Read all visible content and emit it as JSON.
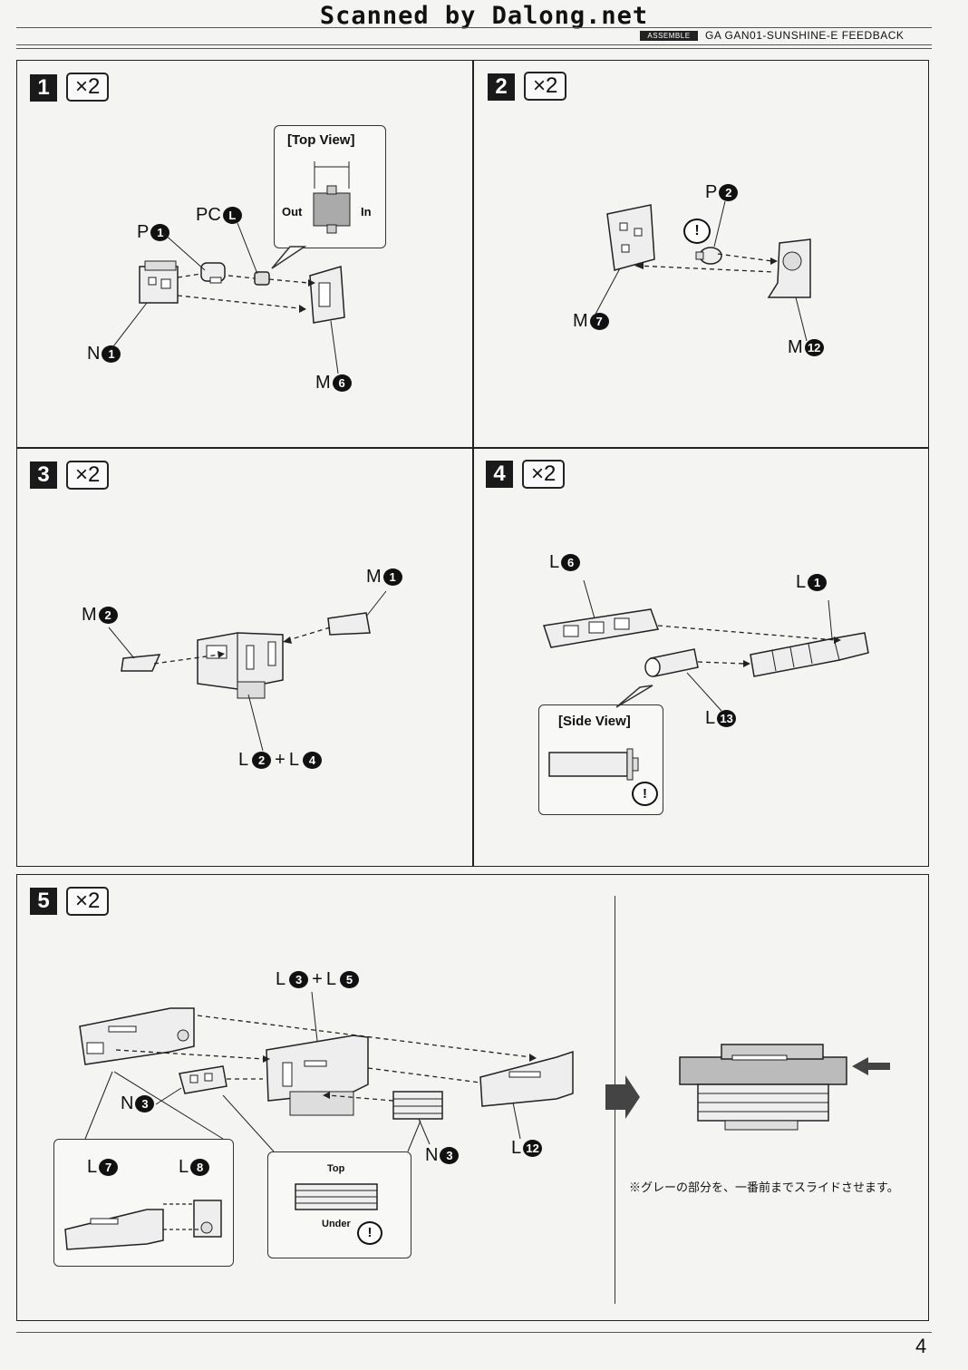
{
  "header": {
    "scanner": "Scanned by Dalong.net",
    "section_tag": "ASSEMBLE",
    "title": "GA GAN01-SUNSHINE-E FEEDBACK"
  },
  "steps": [
    {
      "number": "1",
      "multiplier": "×2",
      "parts": [
        {
          "letter": "P",
          "num": "1"
        },
        {
          "letter": "PC",
          "num": "L"
        },
        {
          "letter": "N",
          "num": "1"
        },
        {
          "letter": "M",
          "num": "6"
        }
      ],
      "inset": {
        "title": "[Top View]",
        "left": "Out",
        "right": "In"
      }
    },
    {
      "number": "2",
      "multiplier": "×2",
      "parts": [
        {
          "letter": "P",
          "num": "2"
        },
        {
          "letter": "M",
          "num": "7"
        },
        {
          "letter": "M",
          "num": "12"
        }
      ]
    },
    {
      "number": "3",
      "multiplier": "×2",
      "parts": [
        {
          "letter": "M",
          "num": "1"
        },
        {
          "letter": "M",
          "num": "2"
        }
      ],
      "combo": {
        "a": {
          "letter": "L",
          "num": "2"
        },
        "b": {
          "letter": "L",
          "num": "4"
        }
      }
    },
    {
      "number": "4",
      "multiplier": "×2",
      "parts": [
        {
          "letter": "L",
          "num": "6"
        },
        {
          "letter": "L",
          "num": "1"
        },
        {
          "letter": "L",
          "num": "13"
        }
      ],
      "inset": {
        "title": "[Side View]"
      }
    },
    {
      "number": "5",
      "multiplier": "×2",
      "parts": [
        {
          "letter": "N",
          "num": "3"
        },
        {
          "letter": "N",
          "num": "3"
        },
        {
          "letter": "L",
          "num": "12"
        },
        {
          "letter": "L",
          "num": "7"
        },
        {
          "letter": "L",
          "num": "8"
        }
      ],
      "combo": {
        "a": {
          "letter": "L",
          "num": "3"
        },
        "b": {
          "letter": "L",
          "num": "5"
        }
      },
      "inset": {
        "top": "Top",
        "under": "Under"
      },
      "note": "※グレーの部分を、一番前までスライドさせます。"
    }
  ],
  "plus": "+",
  "warning": "!",
  "page_number": "4"
}
